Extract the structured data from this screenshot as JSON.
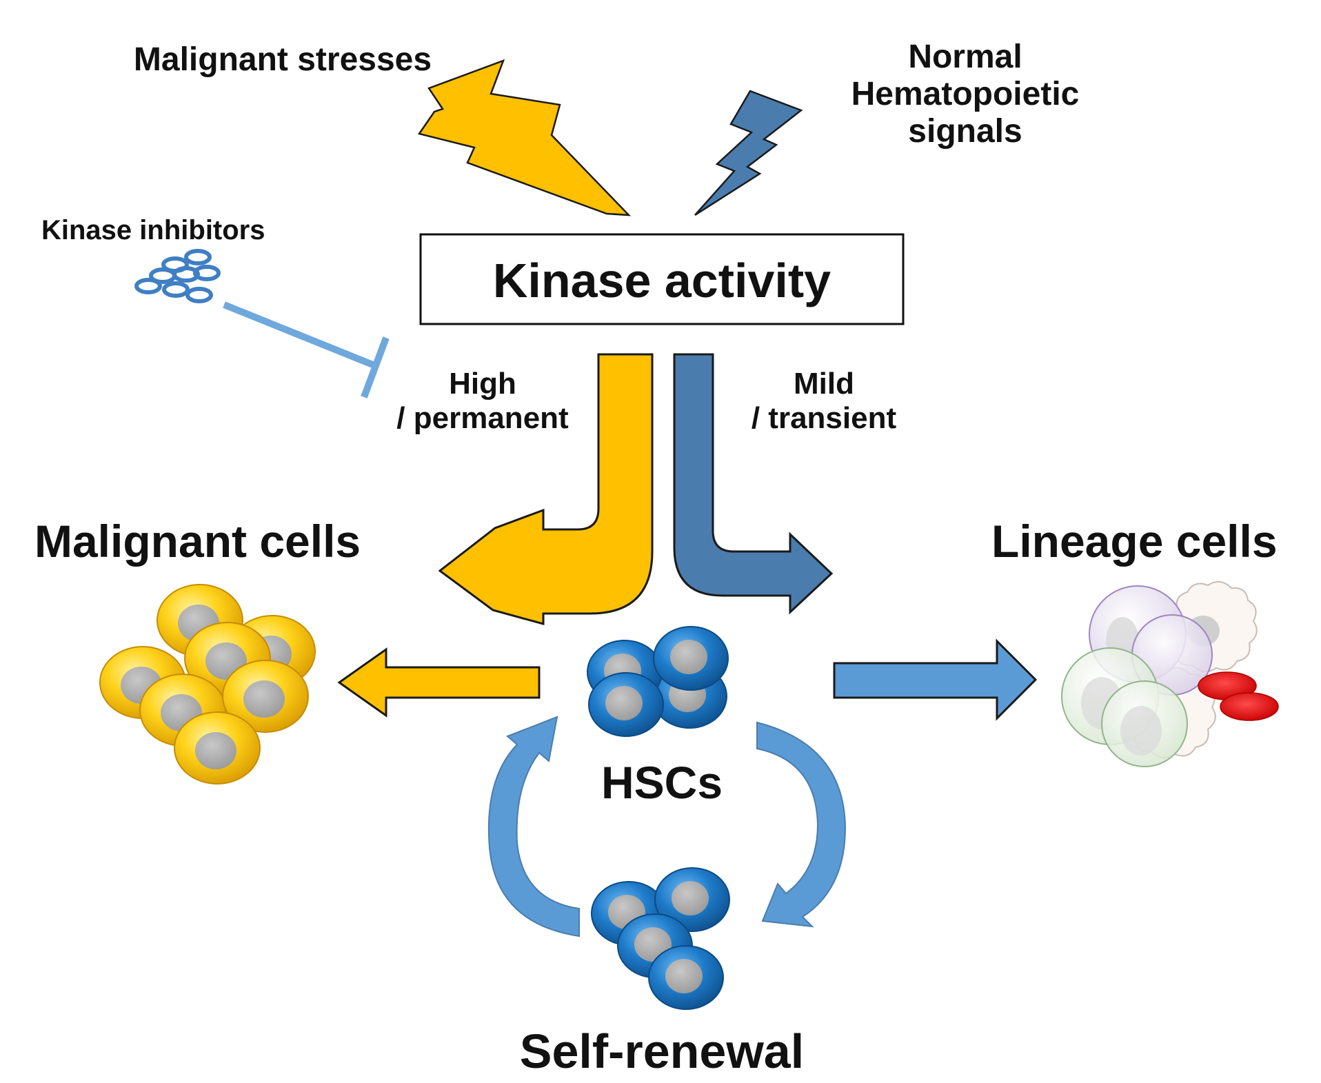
{
  "labels": {
    "malignant_stresses": "Malignant stresses",
    "normal_signals": [
      "Normal",
      "Hematopoietic",
      "signals"
    ],
    "kinase_inhibitors": "Kinase inhibitors",
    "kinase_activity": "Kinase activity",
    "high_permanent": [
      "High",
      "/ permanent"
    ],
    "mild_transient": [
      "Mild",
      "/ transient"
    ],
    "malignant_cells": "Malignant cells",
    "lineage_cells": "Lineage cells",
    "hscs": "HSCs",
    "self_renewal": "Self-renewal"
  },
  "colors": {
    "malignant_yellow": "#FFC000",
    "normal_blue": "#4A7DAE",
    "arrow_light_blue": "#5B9BD5",
    "inhibitor_blue": "#6FA8DC",
    "hsc_blue": "#1F77C8",
    "nucleus_gray": "#A6A6A6",
    "red_blood_cell": "#E81010"
  },
  "icons": {
    "malignant_signal": "lightning-bolt-icon",
    "normal_signal": "lightning-bolt-icon",
    "inhibition": "t-bar-inhibition-icon"
  }
}
